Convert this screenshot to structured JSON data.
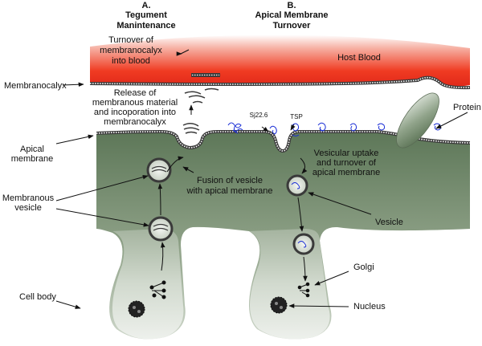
{
  "headers": {
    "a_letter": "A.",
    "a_line1": "Tegument",
    "a_line2": "Manintenance",
    "b_letter": "B.",
    "b_line1": "Apical Membrane",
    "b_line2": "Turnover"
  },
  "labels": {
    "host_blood": "Host Blood",
    "turnover_line1": "Turnover of",
    "turnover_line2": "membranocalyx",
    "turnover_line3": "into blood",
    "membranocalyx": "Membranocalyx",
    "release_line1": "Release of",
    "release_line2": "membranous material",
    "release_line3": "and incoporation into",
    "release_line4": "membranocalyx",
    "apical_line1": "Apical",
    "apical_line2": "membrane",
    "sj226": "Sj22.6",
    "tsp": "TSP",
    "protein": "Protein",
    "vesicular_line1": "Vesicular uptake",
    "vesicular_line2": "and turnover of",
    "vesicular_line3": "apical membrane",
    "fusion_line1": "Fusion of vesicle",
    "fusion_line2": "with apical membrane",
    "membranous_line1": "Membranous",
    "membranous_line2": "vesicle",
    "vesicle": "Vesicle",
    "golgi": "Golgi",
    "cell_body": "Cell body",
    "nucleus": "Nucleus"
  },
  "colors": {
    "blood_red": "#f03b22",
    "tegument_dark": "#5d7758",
    "tegument_light": "#eef1ec",
    "membrane_dark": "#3a3a3a",
    "protein_blue": "#1b2fd6"
  }
}
